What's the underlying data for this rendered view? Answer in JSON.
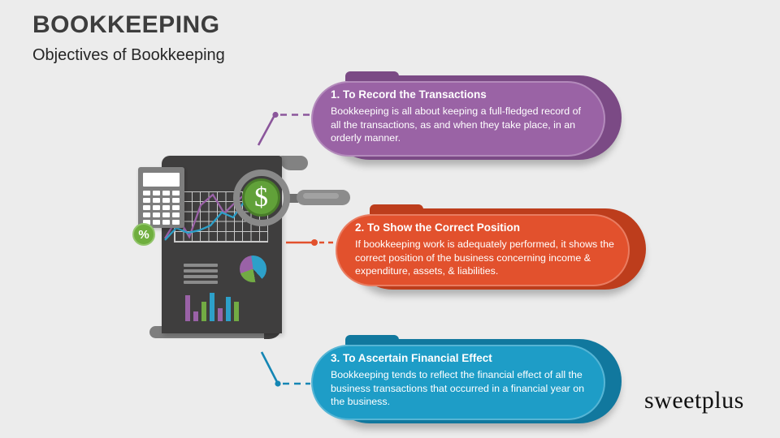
{
  "slide": {
    "title": "BOOKKEEPING",
    "subtitle": "Objectives of Bookkeeping",
    "background_color": "#ececec"
  },
  "callouts": [
    {
      "title": "1. To Record the Transactions",
      "body": "Bookkeeping is all about keeping a full-fledged record of all the transactions, as and when they take place, in an orderly manner.",
      "fill": "#9a63a5",
      "shadow": "#7b4a85",
      "connector": "#8b569b"
    },
    {
      "title": "2. To Show the Correct Position",
      "body": "If bookkeeping work is adequately performed, it shows the correct position of the business concerning income & expenditure, assets, & liabilities.",
      "fill": "#e2512d",
      "shadow": "#bd3d1c",
      "connector": "#e2512d"
    },
    {
      "title": "3. To Ascertain Financial Effect",
      "body": "Bookkeeping tends to reflect the financial effect of all the business transactions that occurred in a financial year on the business.",
      "fill": "#1e9dc7",
      "shadow": "#11789e",
      "connector": "#1486b4"
    }
  ],
  "illustration": {
    "dollar_symbol": "$",
    "percent_symbol": "%",
    "document_color": "#3f3e3e",
    "pie_segments": [
      {
        "color": "#2da0c9",
        "from": 0,
        "to": 138
      },
      {
        "color": "#3f3e3e",
        "from": 138,
        "to": 170
      },
      {
        "color": "#72ab44",
        "from": 170,
        "to": 250
      },
      {
        "color": "#9a62a7",
        "from": 250,
        "to": 352
      },
      {
        "color": "#2da0c9",
        "from": 352,
        "to": 360
      }
    ],
    "line_chart_colors": {
      "series1": "#9a62a7",
      "series2": "#2da0c9"
    },
    "bar_chart": {
      "bars": [
        {
          "color": "#9a62a7",
          "h": 32
        },
        {
          "color": "#9a62a7",
          "h": 12
        },
        {
          "color": "#72ab44",
          "h": 24
        },
        {
          "color": "#2da0c9",
          "h": 35
        },
        {
          "color": "#9a62a7",
          "h": 16
        },
        {
          "color": "#2da0c9",
          "h": 30
        },
        {
          "color": "#72ab44",
          "h": 24
        }
      ]
    }
  },
  "logo": {
    "text": "sweetplus"
  }
}
